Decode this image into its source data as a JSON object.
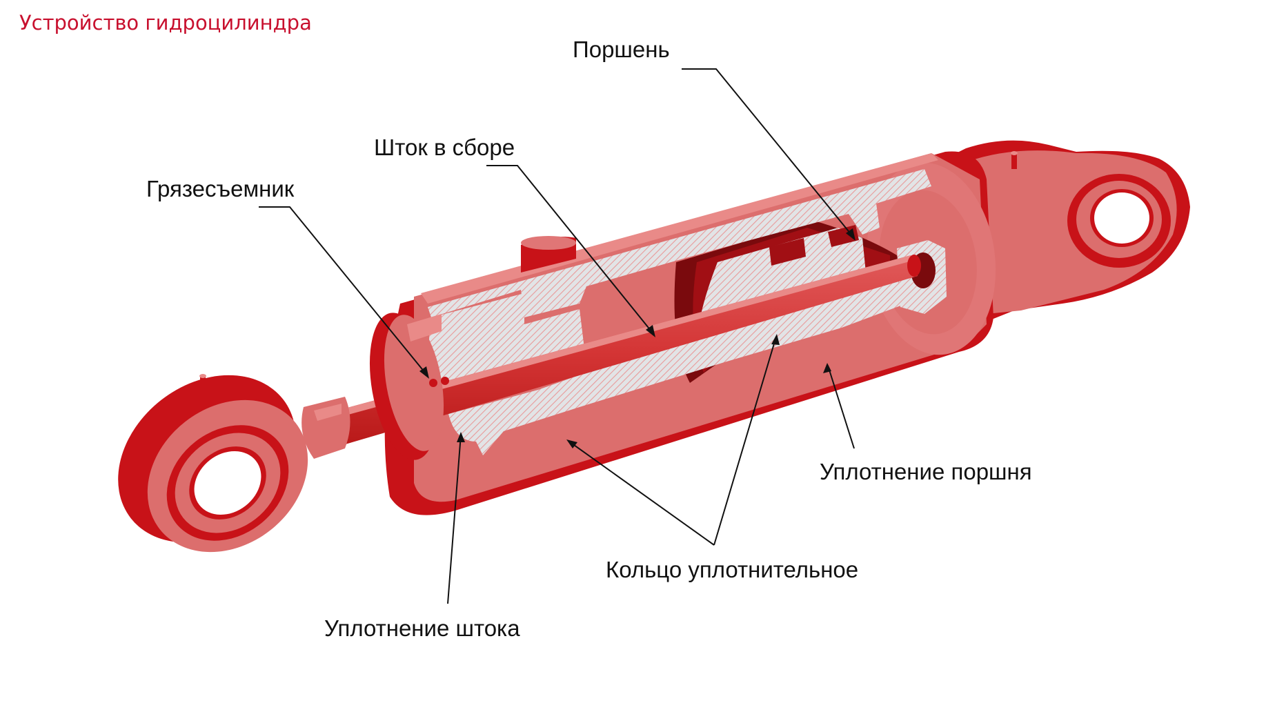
{
  "title": "Устройство гидроцилиндра",
  "labels": {
    "piston": "Поршень",
    "rod_assembly": "Шток в сборе",
    "wiper": "Грязесъемник",
    "piston_seal": "Уплотнение поршня",
    "o_ring": "Кольцо уплотнительное",
    "rod_seal": "Уплотнение штока"
  },
  "colors": {
    "title": "#c8102e",
    "body": "#dc6e6d",
    "body_light": "#e88a88",
    "body_dark": "#c81218",
    "inner_dark": "#7a0a0d",
    "section_fill": "#d6dadd",
    "section_hatch": "#e98a8c"
  }
}
